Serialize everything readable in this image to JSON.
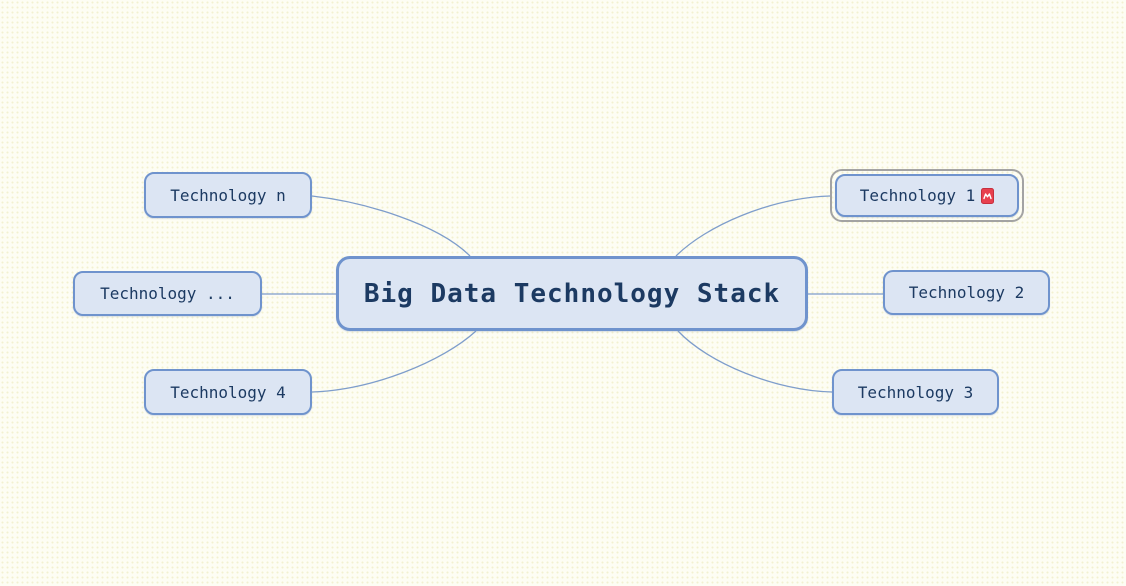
{
  "mindmap": {
    "root": {
      "label": "Big Data Technology Stack"
    },
    "nodes": [
      {
        "label": "Technology n",
        "side": "left",
        "selected": false
      },
      {
        "label": "Technology ...",
        "side": "left",
        "selected": false
      },
      {
        "label": "Technology 4",
        "side": "left",
        "selected": false
      },
      {
        "label": "Technology 1",
        "side": "right",
        "selected": true,
        "icon": "red-document-icon"
      },
      {
        "label": "Technology 2",
        "side": "right",
        "selected": false
      },
      {
        "label": "Technology 3",
        "side": "right",
        "selected": false
      }
    ],
    "colors": {
      "canvas_background": "#fdfdf4",
      "node_fill": "#dce5f3",
      "node_border": "#6f93cd",
      "node_text": "#1c3a62",
      "edge": "#7e9dcb",
      "selection_ring": "#a3a3a3",
      "icon_red": "#e8404e"
    }
  }
}
